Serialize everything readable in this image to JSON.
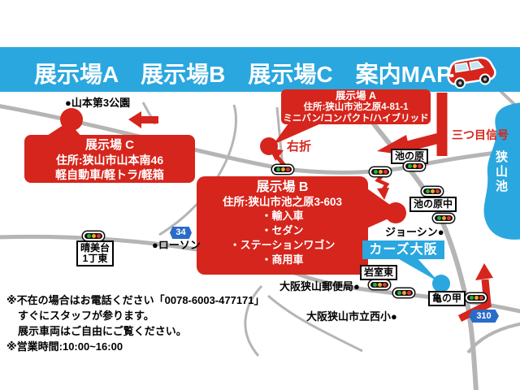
{
  "header": {
    "title": "展示場A　展示場B　展示場C　案内MAP"
  },
  "colors": {
    "header_blue": "#2AA7DF",
    "accent_red": "#D6251C",
    "lake_blue": "#2AA7DF",
    "shield_blue": "#2A6BC8",
    "road_gray": "#B5B5B5"
  },
  "callouts": {
    "a": {
      "title": "展示場 A",
      "address": "住所:狭山市池之原4-81-1",
      "vehicles": "ミニバン/コンパクト/ハイブリッド"
    },
    "b": {
      "title": "展示場 B",
      "address": "住所:狭山市池之原3-603",
      "items": [
        "・輸入車",
        "・セダン",
        "・ステーションワゴン",
        "・商用車"
      ]
    },
    "c": {
      "title": "展示場 C",
      "address": "住所:狭山市山本南46",
      "vehicles": "軽自動車/軽トラ/軽箱"
    }
  },
  "map": {
    "poi_labels": {
      "park": "●山本第3公園",
      "lawson": "●ローソン",
      "joshin": "ジョーシン●",
      "post_office": "大阪狭山郵便局●",
      "school": "大阪狭山市立西小●"
    },
    "boxed_labels": {
      "ikenohara": "池の原",
      "ikenohara_naka": "池の原中",
      "harumidai_line1": "晴美台",
      "harumidai_line2": "1丁東",
      "iwamuro_higashi": "岩室東",
      "kamenokou": "亀の甲"
    },
    "direction_labels": {
      "right_turn": "右折",
      "third_signal": "三つ目信号"
    },
    "dealer_label": "カーズ大阪",
    "lake_label": "狭山池",
    "route_shields": {
      "r34": "34",
      "r310": "310"
    }
  },
  "footer": {
    "lines": [
      "※不在の場合はお電話ください「0078-6003-477171」",
      "すぐにスタッフが参ります。",
      "展示車両はご自由にご覧ください。",
      "※営業時間:10:00~16:00"
    ]
  }
}
